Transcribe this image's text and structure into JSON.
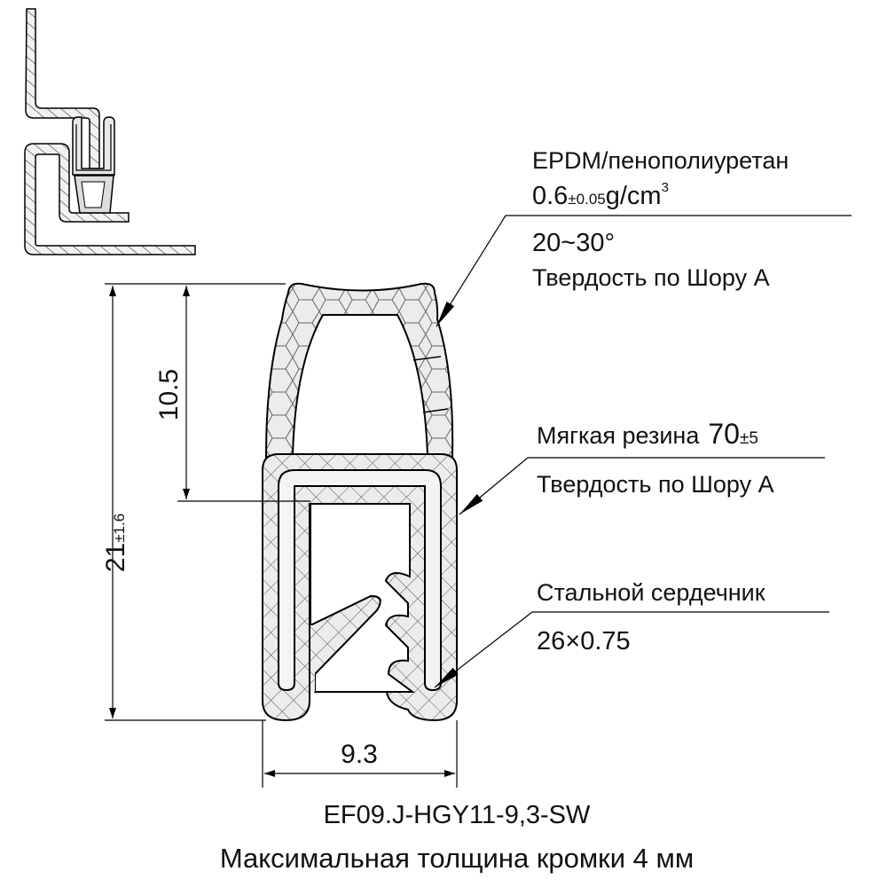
{
  "labels": {
    "material_foam": "EPDM/пенополиуретан",
    "density_value": "0.6",
    "density_tolerance": "±0.05",
    "density_unit": "g/cm",
    "density_exp": "3",
    "foam_hardness_value": "20~30°",
    "foam_hardness_label": "Твердость по Шору A",
    "rubber_label": "Мягкая резина",
    "rubber_hardness_value": "70",
    "rubber_hardness_tolerance": "±5",
    "rubber_hardness_label": "Твердость по Шору A",
    "core_label": "Стальной сердечник",
    "core_size": "26×0.75"
  },
  "dimensions": {
    "height_value": "21",
    "height_tolerance": "±1.6",
    "bulb_height": "10.5",
    "width": "9.3"
  },
  "footer": {
    "product_code": "EF09.J-HGY11-9,3-SW",
    "max_edge_thickness": "Максимальная толщина кромки 4 мм"
  }
}
